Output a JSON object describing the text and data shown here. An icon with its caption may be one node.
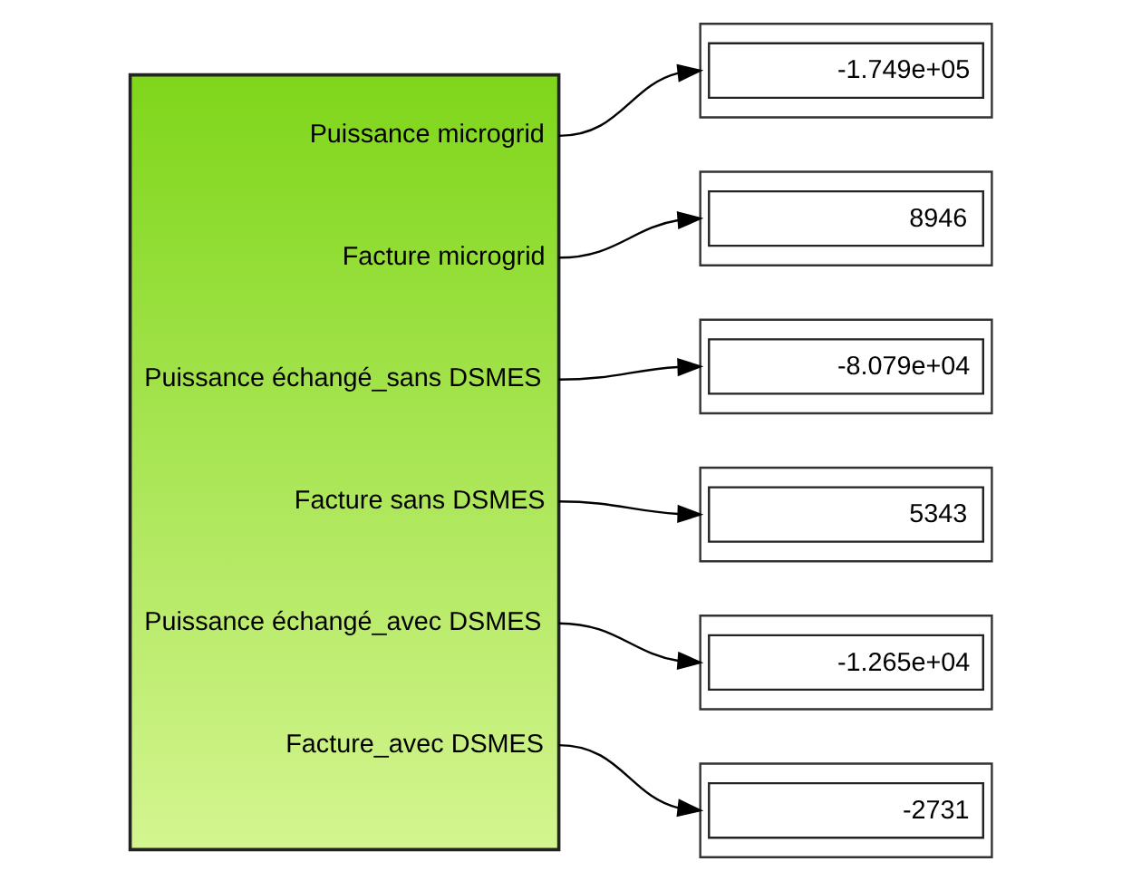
{
  "diagram": {
    "nodes": [
      {
        "text": [
          "Puissance microgrid",
          "Facture microgrid",
          "Puissance échangé_sans DSMES",
          "Facture sans DSMES",
          "Puissance échangé_avec DSMES",
          "Facture_avec DSMES"
        ]
      },
      {
        "text": [
          "-1.749e+05"
        ]
      },
      {
        "text": [
          "8946"
        ]
      },
      {
        "text": [
          "-8.079e+04"
        ]
      },
      {
        "text": [
          "5343"
        ]
      },
      {
        "text": [
          "-1.265e+04"
        ]
      },
      {
        "text": [
          "-2731"
        ]
      }
    ],
    "edges": [
      {
        "from": 0,
        "to": 1,
        "arrow": "to"
      },
      {
        "from": 0,
        "to": 2,
        "arrow": "to"
      },
      {
        "from": 0,
        "to": 3,
        "arrow": "to"
      },
      {
        "from": 0,
        "to": 4,
        "arrow": "to"
      },
      {
        "from": 0,
        "to": 5,
        "arrow": "to"
      },
      {
        "from": 0,
        "to": 6,
        "arrow": "to"
      }
    ]
  }
}
